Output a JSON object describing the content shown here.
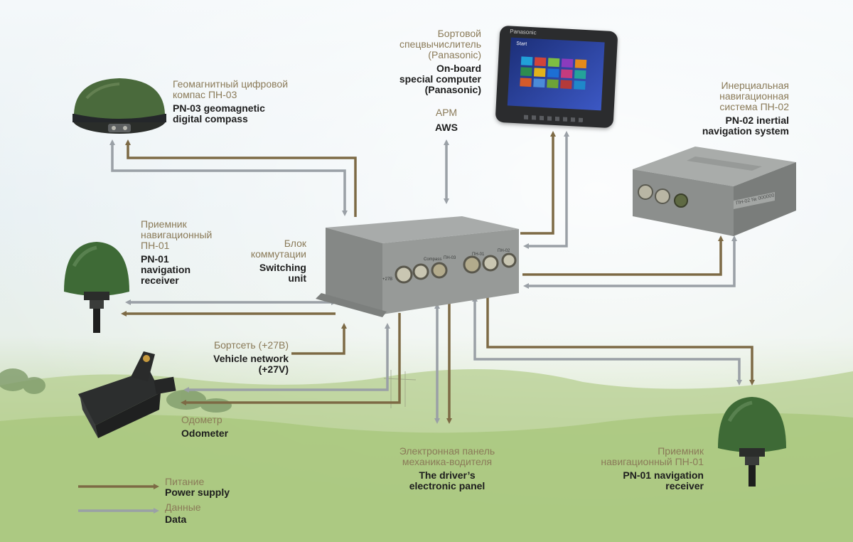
{
  "labels": {
    "compass": {
      "ru_1": "Геомагнитный цифровой",
      "ru_2": "компас ПН-03",
      "en_1": "PN-03 geomagnetic",
      "en_2": "digital compass"
    },
    "computer": {
      "ru_1": "Бортовой",
      "ru_2": "спецвычислитель",
      "ru_3": "(Panasonic)",
      "en_1": "On-board",
      "en_2": "special computer",
      "en_3": "(Panasonic)"
    },
    "aws": {
      "ru": "АРМ",
      "en": "AWS"
    },
    "inertial": {
      "ru_1": "Инерциальная",
      "ru_2": "навигационная",
      "ru_3": "система ПН-02",
      "en_1": "PN-02 inertial",
      "en_2": "navigation system"
    },
    "receiver_left": {
      "ru_1": "Приемник",
      "ru_2": "навигационный",
      "ru_3": "ПН-01",
      "en_1": "PN-01",
      "en_2": "navigation",
      "en_3": "receiver"
    },
    "switching": {
      "ru_1": "Блок",
      "ru_2": "коммутации",
      "en_1": "Switching",
      "en_2": "unit"
    },
    "vehicle": {
      "ru": "Бортсеть (+27В)",
      "en_1": "Vehicle network",
      "en_2": "(+27V)"
    },
    "odometer": {
      "ru": "Одометр",
      "en": "Odometer"
    },
    "panel": {
      "ru_1": "Электронная панель",
      "ru_2": "механика-водителя",
      "en_1": "The driver’s",
      "en_2": "electronic panel"
    },
    "receiver_right": {
      "ru_1": "Приемник",
      "ru_2": "навигационный ПН-01",
      "en_1": "PN-01 navigation",
      "en_2": "receiver"
    }
  },
  "legend": {
    "power": {
      "ru": "Питание",
      "en": "Power supply",
      "color": "#7d6a45"
    },
    "data": {
      "ru": "Данные",
      "en": "Data",
      "color": "#9aa0a6"
    }
  },
  "devices": {
    "tablet": {
      "brand": "Panasonic",
      "start_text": "Start"
    },
    "switch_box": {
      "tags": [
        "Compass",
        "ПН-03",
        "ПН-01",
        "ПН-02",
        "+27В"
      ]
    },
    "inertial_box": {
      "plate": "ПН-02 № 000000"
    }
  },
  "colors": {
    "power": "#7d6a45",
    "data": "#9aa0a6",
    "dome": "#3f6b3a"
  }
}
